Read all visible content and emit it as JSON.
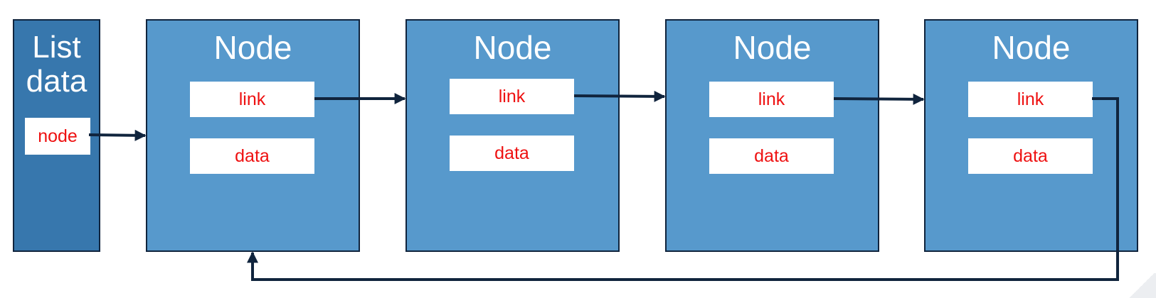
{
  "list": {
    "title": "List data",
    "field": "node"
  },
  "nodes": [
    {
      "title": "Node",
      "link": "link",
      "data": "data"
    },
    {
      "title": "Node",
      "link": "link",
      "data": "data"
    },
    {
      "title": "Node",
      "link": "link",
      "data": "data"
    },
    {
      "title": "Node",
      "link": "link",
      "data": "data"
    }
  ],
  "colors": {
    "list_fill": "#3777ad",
    "node_fill": "#5799cc",
    "border": "#10243d",
    "field_text": "#ee1111",
    "arrow": "#10243d"
  }
}
